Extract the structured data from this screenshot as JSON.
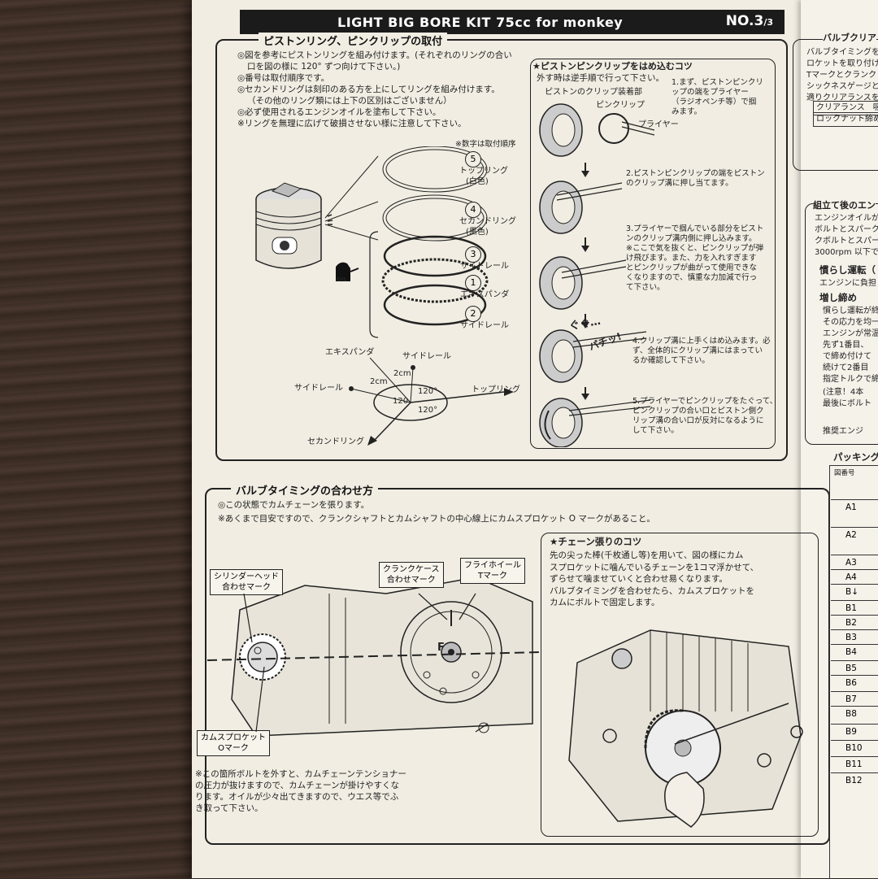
{
  "header": {
    "title": "LIGHT BIG BORE KIT 75cc for monkey",
    "page": "NO.3",
    "page_total": "/3"
  },
  "piston_section": {
    "title": "ピストンリング、ピンクリップの取付",
    "instructions": [
      "◎図を参考にピストンリングを組み付けます。(それぞれのリングの合い",
      "口を図の様に 120° ずつ向けて下さい。)",
      "◎番号は取付順序です。",
      "◎セカンドリングは刻印のある方を上にしてリングを組み付けます。",
      "（その他のリング類には上下の区別はございません）",
      "◎必ず使用されるエンジンオイルを塗布して下さい。",
      "※リングを無理に広げて破損させない様に注意して下さい。"
    ],
    "order_note": "※数字は取付順序",
    "oil_label": "OIL",
    "rings": [
      {
        "num": "5",
        "name": "トップリング",
        "sub": "(白色)"
      },
      {
        "num": "4",
        "name": "セカンドリング",
        "sub": "(黒色)"
      },
      {
        "num": "3",
        "name": "サイドレール",
        "sub": ""
      },
      {
        "num": "1",
        "name": "エキスパンダ",
        "sub": ""
      },
      {
        "num": "2",
        "name": "サイドレール",
        "sub": ""
      }
    ],
    "diagram": {
      "expander": "エキスパンダ",
      "side_rail_top": "サイドレール",
      "side_rail_left": "サイドレール",
      "top_ring": "トップリング",
      "second_ring": "セカンドリング",
      "dist1": "2cm",
      "dist2": "2cm",
      "angle1": "120°",
      "angle2": "120",
      "angle3": "120°"
    }
  },
  "clip_tips": {
    "title": "★ピストンピンクリップをはめ込むコツ",
    "subtitle": "外す時は逆手順で行って下さい。",
    "clip_groove": "ピストンのクリップ装着部",
    "pin_clip": "ピンクリップ",
    "pliers": "プライヤー",
    "sfx1": "ぐぐ…",
    "sfx2": "パチッ!",
    "steps": [
      "1.まず、ピストンピンクリ\nップの端をプライヤー\n（ラジオペンチ等）で掴\nみます。",
      "2.ピストンピンクリップの端をピストン\nのクリップ溝に押し当てます。",
      "3.プライヤーで掴んでいる部分をピスト\nンのクリップ溝内側に押し込みます。\n※ここで気を抜くと、ピンクリップが弾\nけ飛びます。また、力を入れすぎます\nとピンクリップが曲がって使用できな\nくなりますので、慎重な力加減で行っ\nて下さい。",
      "4.クリップ溝に上手くはめ込みます。必\nず、全体的にクリップ溝にはまってい\nるか確認して下さい。",
      "5.プライヤーでピンクリップをたぐって、\nピンクリップの合い口とピストン側ク\nリップ溝の合い口が反対になるように\nして下さい。"
    ]
  },
  "valve_section": {
    "title": "バルブタイミングの合わせ方",
    "line1": "◎この状態でカムチェーンを張ります。",
    "line2": "※あくまで目安ですので、クランクシャフトとカムシャフトの中心線上にカムスプロケット O マークがあること。",
    "cyl_head_mark": "シリンダーヘッド\n合わせマーク",
    "crankcase_mark": "クランクケース\n合わせマーク",
    "flywheel_mark": "フライホイール\nTマーク",
    "cam_sprocket_mark": "カムスプロケット\nOマーク",
    "f_mark": "F",
    "note": "※この箇所ボルトを外すと、カムチェーンテンショナー\nの圧力が抜けますので、カムチェーンが掛けやすくな\nります。オイルが少々出てきますので、ウエス等でふ\nき取って下さい。"
  },
  "chain_tips": {
    "title": "★チェーン張りのコツ",
    "text": "先の尖った棒(千枚通し等)を用いて、図の様にカム\nスプロケットに噛んでいるチェーンを1コマ浮かせて、\nずらせて噛ませていくと合わせ易くなります。\nバルブタイミングを合わせたら、カムスプロケットを\nカムにボルトで固定します。"
  },
  "right_column": {
    "valve_clearance_title": "バルブクリア",
    "vc_lines": [
      "バルブタイミングを",
      "ロケットを取り付け",
      "Tマークとクランク",
      "シックネスゲージと",
      "適りクリアランスを"
    ],
    "clearance_row": "クリアランス　吸",
    "locknut_row": "ロックナット締め",
    "assembly_title": "組立て後のエン",
    "as_lines": [
      "エンジンオイルが",
      "ボルトとスパーク",
      "クボルトとスパー",
      "3000rpm 以下で"
    ],
    "break_in_title": "慣らし運転（",
    "break_in_text": "エンジンに負担",
    "retorque_title": "増し締め",
    "rt_lines": [
      "慣らし運転が終",
      "その応力を均一",
      "エンジンが常温",
      "先ず1番目、",
      "で締め付けて",
      "続けて2番目",
      "指定トルクで締",
      "(注意！4本",
      "最後にボルト"
    ],
    "recommended": "推奨エンジ",
    "packing_title": "パッキング",
    "table_header": "図番号",
    "part_numbers": [
      "A1",
      "A2",
      "A3",
      "A4",
      "B↓",
      "B1",
      "B2",
      "B3",
      "B4",
      "B5",
      "B6",
      "B7",
      "B8",
      "B9",
      "B10",
      "B11",
      "B12"
    ]
  }
}
